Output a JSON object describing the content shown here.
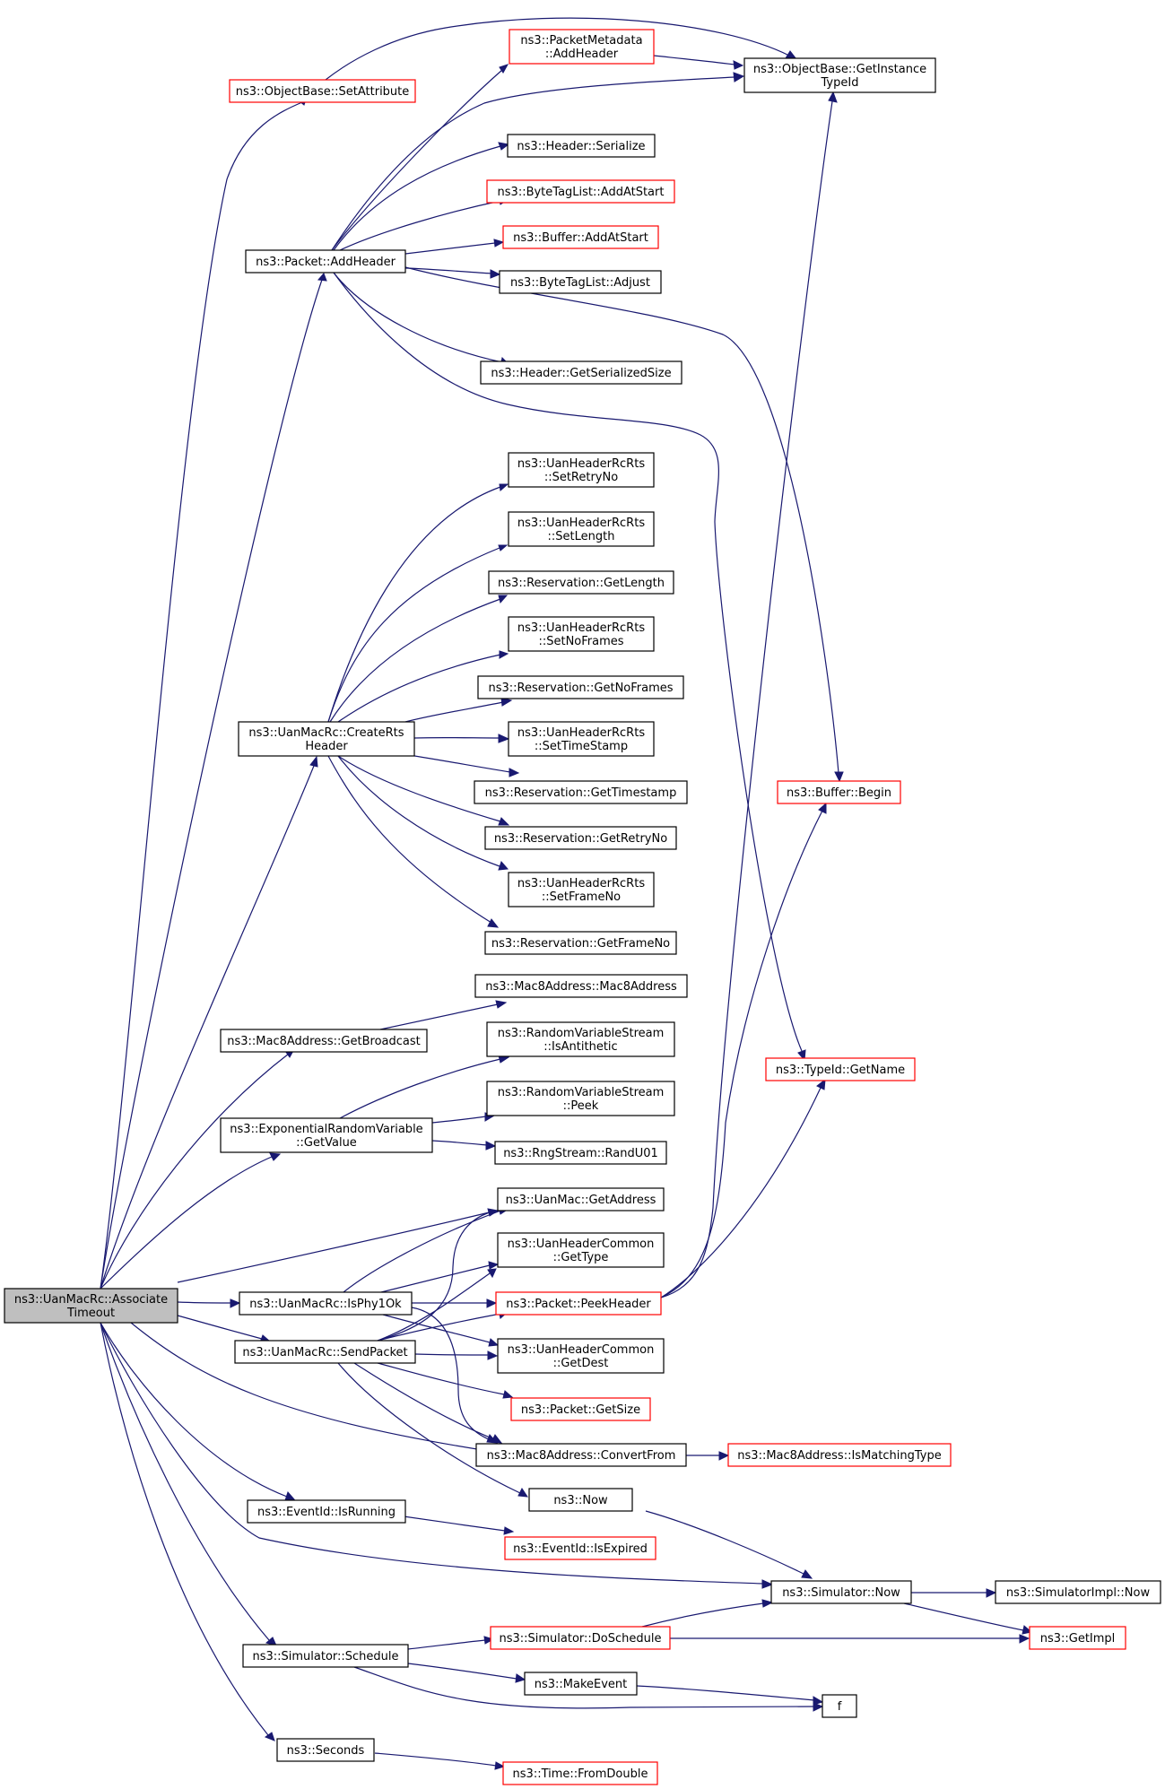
{
  "nodes": [
    {
      "id": "root",
      "lines": [
        "ns3::UanMacRc::Associate",
        "Timeout"
      ],
      "style": "root"
    },
    {
      "id": "setattr",
      "lines": [
        "ns3::ObjectBase::SetAttribute"
      ],
      "style": "red"
    },
    {
      "id": "pmeta",
      "lines": [
        "ns3::PacketMetadata",
        "::AddHeader"
      ],
      "style": "red"
    },
    {
      "id": "getinst",
      "lines": [
        "ns3::ObjectBase::GetInstance",
        "TypeId"
      ],
      "style": "black"
    },
    {
      "id": "hdrser",
      "lines": [
        "ns3::Header::Serialize"
      ],
      "style": "black"
    },
    {
      "id": "btladd",
      "lines": [
        "ns3::ByteTagList::AddAtStart"
      ],
      "style": "red"
    },
    {
      "id": "bufadd",
      "lines": [
        "ns3::Buffer::AddAtStart"
      ],
      "style": "red"
    },
    {
      "id": "pktadd",
      "lines": [
        "ns3::Packet::AddHeader"
      ],
      "style": "black"
    },
    {
      "id": "btladj",
      "lines": [
        "ns3::ByteTagList::Adjust"
      ],
      "style": "black"
    },
    {
      "id": "hdrgss",
      "lines": [
        "ns3::Header::GetSerializedSize"
      ],
      "style": "black"
    },
    {
      "id": "srn",
      "lines": [
        "ns3::UanHeaderRcRts",
        "::SetRetryNo"
      ],
      "style": "black"
    },
    {
      "id": "sl",
      "lines": [
        "ns3::UanHeaderRcRts",
        "::SetLength"
      ],
      "style": "black"
    },
    {
      "id": "rgl",
      "lines": [
        "ns3::Reservation::GetLength"
      ],
      "style": "black"
    },
    {
      "id": "snf",
      "lines": [
        "ns3::UanHeaderRcRts",
        "::SetNoFrames"
      ],
      "style": "black"
    },
    {
      "id": "rgnf",
      "lines": [
        "ns3::Reservation::GetNoFrames"
      ],
      "style": "black"
    },
    {
      "id": "crh",
      "lines": [
        "ns3::UanMacRc::CreateRts",
        "Header"
      ],
      "style": "black"
    },
    {
      "id": "sts",
      "lines": [
        "ns3::UanHeaderRcRts",
        "::SetTimeStamp"
      ],
      "style": "black"
    },
    {
      "id": "rgts",
      "lines": [
        "ns3::Reservation::GetTimestamp"
      ],
      "style": "black"
    },
    {
      "id": "bufbeg",
      "lines": [
        "ns3::Buffer::Begin"
      ],
      "style": "red"
    },
    {
      "id": "rgrn",
      "lines": [
        "ns3::Reservation::GetRetryNo"
      ],
      "style": "black"
    },
    {
      "id": "sfn",
      "lines": [
        "ns3::UanHeaderRcRts",
        "::SetFrameNo"
      ],
      "style": "black"
    },
    {
      "id": "rgfn",
      "lines": [
        "ns3::Reservation::GetFrameNo"
      ],
      "style": "black"
    },
    {
      "id": "m8a",
      "lines": [
        "ns3::Mac8Address::Mac8Address"
      ],
      "style": "black"
    },
    {
      "id": "m8gb",
      "lines": [
        "ns3::Mac8Address::GetBroadcast"
      ],
      "style": "black"
    },
    {
      "id": "rvsanti",
      "lines": [
        "ns3::RandomVariableStream",
        "::IsAntithetic"
      ],
      "style": "black"
    },
    {
      "id": "tidgn",
      "lines": [
        "ns3::TypeId::GetName"
      ],
      "style": "red"
    },
    {
      "id": "rvspeek",
      "lines": [
        "ns3::RandomVariableStream",
        "::Peek"
      ],
      "style": "black"
    },
    {
      "id": "erv",
      "lines": [
        "ns3::ExponentialRandomVariable",
        "::GetValue"
      ],
      "style": "black"
    },
    {
      "id": "rng",
      "lines": [
        "ns3::RngStream::RandU01"
      ],
      "style": "black"
    },
    {
      "id": "umga",
      "lines": [
        "ns3::UanMac::GetAddress"
      ],
      "style": "black"
    },
    {
      "id": "uhcgt",
      "lines": [
        "ns3::UanHeaderCommon",
        "::GetType"
      ],
      "style": "black"
    },
    {
      "id": "isphy",
      "lines": [
        "ns3::UanMacRc::IsPhy1Ok"
      ],
      "style": "black"
    },
    {
      "id": "pktpeek",
      "lines": [
        "ns3::Packet::PeekHeader"
      ],
      "style": "red"
    },
    {
      "id": "sendpkt",
      "lines": [
        "ns3::UanMacRc::SendPacket"
      ],
      "style": "black"
    },
    {
      "id": "uhcgd",
      "lines": [
        "ns3::UanHeaderCommon",
        "::GetDest"
      ],
      "style": "black"
    },
    {
      "id": "pktsize",
      "lines": [
        "ns3::Packet::GetSize"
      ],
      "style": "red"
    },
    {
      "id": "m8cf",
      "lines": [
        "ns3::Mac8Address::ConvertFrom"
      ],
      "style": "black"
    },
    {
      "id": "m8imt",
      "lines": [
        "ns3::Mac8Address::IsMatchingType"
      ],
      "style": "red"
    },
    {
      "id": "now",
      "lines": [
        "ns3::Now"
      ],
      "style": "black"
    },
    {
      "id": "eidrun",
      "lines": [
        "ns3::EventId::IsRunning"
      ],
      "style": "black"
    },
    {
      "id": "eidexp",
      "lines": [
        "ns3::EventId::IsExpired"
      ],
      "style": "red"
    },
    {
      "id": "simnow",
      "lines": [
        "ns3::Simulator::Now"
      ],
      "style": "black"
    },
    {
      "id": "simimplnow",
      "lines": [
        "ns3::SimulatorImpl::Now"
      ],
      "style": "black"
    },
    {
      "id": "simds",
      "lines": [
        "ns3::Simulator::DoSchedule"
      ],
      "style": "red"
    },
    {
      "id": "getimpl",
      "lines": [
        "ns3::GetImpl"
      ],
      "style": "red"
    },
    {
      "id": "simsched",
      "lines": [
        "ns3::Simulator::Schedule"
      ],
      "style": "black"
    },
    {
      "id": "mkevent",
      "lines": [
        "ns3::MakeEvent"
      ],
      "style": "black"
    },
    {
      "id": "f",
      "lines": [
        "f"
      ],
      "style": "black"
    },
    {
      "id": "seconds",
      "lines": [
        "ns3::Seconds"
      ],
      "style": "black"
    },
    {
      "id": "tfd",
      "lines": [
        "ns3::Time::FromDouble"
      ],
      "style": "red"
    }
  ]
}
